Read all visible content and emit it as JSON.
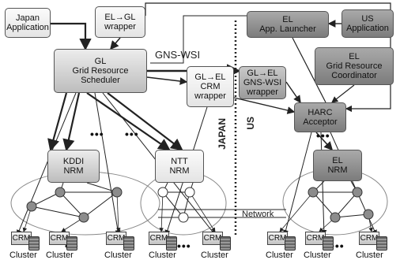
{
  "boxes": {
    "japan_app": [
      "Japan",
      "Application"
    ],
    "el_gl_wrapper": [
      "EL→GL",
      "wrapper"
    ],
    "gl_scheduler": [
      "GL",
      "Grid Resource",
      "Scheduler"
    ],
    "gl_el_crm": [
      "GL→EL",
      "CRM",
      "wrapper"
    ],
    "gl_el_gnswsi": [
      "GL→EL",
      "GNS-WSI",
      "wrapper"
    ],
    "el_launcher": [
      "EL",
      "App. Launcher"
    ],
    "us_app": [
      "US",
      "Application"
    ],
    "el_coordinator": [
      "EL",
      "Grid Resource",
      "Coordinator"
    ],
    "harc_acceptor": [
      "HARC",
      "Acceptor"
    ],
    "kddi_nrm": [
      "KDDI",
      "NRM"
    ],
    "ntt_nrm": [
      "NTT",
      "NRM"
    ],
    "el_nrm": [
      "EL",
      "NRM"
    ]
  },
  "labels": {
    "gns_wsi": "GNS-WSI",
    "japan": "JAPAN",
    "us": "US",
    "network": "Network",
    "ellipsis": "•••"
  },
  "crm_label": "CRM",
  "cluster_label": "Cluster",
  "colors": {
    "line": "#222222",
    "divider": "#111111",
    "light_node": "#ffffff",
    "dark_node": "#8c8c8c"
  }
}
